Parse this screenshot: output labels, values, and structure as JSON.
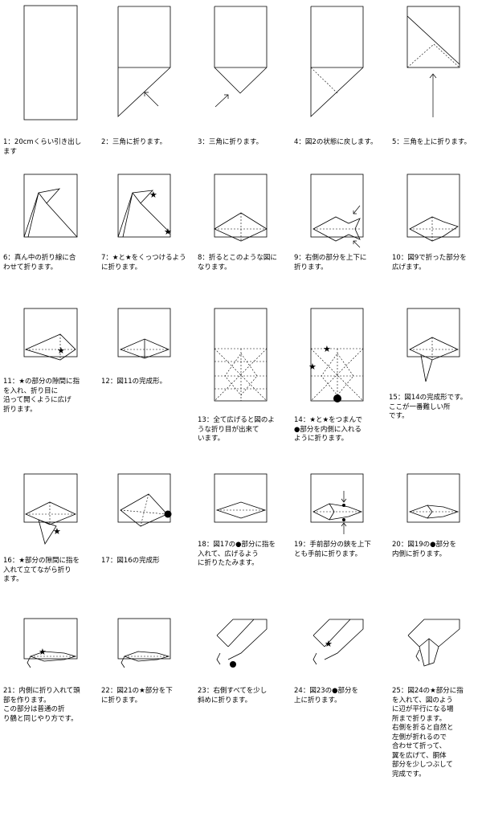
{
  "steps": [
    {
      "num": "1：",
      "text": "20cmくらい引き出し\nます"
    },
    {
      "num": "2：",
      "text": "三角に折ります。"
    },
    {
      "num": "3：",
      "text": "三角に折ります。"
    },
    {
      "num": "4：",
      "text": "図2の状態に戻します。"
    },
    {
      "num": "5：",
      "text": "三角を上に折ります。"
    },
    {
      "num": "6：",
      "text": "真ん中の折り線に合\nわせて折ります。"
    },
    {
      "num": "7：",
      "text": "★と★をくっつけるよう\nに折ります。"
    },
    {
      "num": "8：",
      "text": "折るとこのような図に\nなります。"
    },
    {
      "num": "9：",
      "text": "右側の部分を上下に\n折ります。"
    },
    {
      "num": "10：",
      "text": "図9で折った部分を\n広げます。"
    },
    {
      "num": "11：",
      "text": "★の部分の隙間に指\nを入れ、折り目に\n沿って開くように広げ\n折ります。"
    },
    {
      "num": "12：",
      "text": "図11の完成形。"
    },
    {
      "num": "13：",
      "text": "全て広げると図のよ\nうな折り目が出来て\nいます。"
    },
    {
      "num": "14：",
      "text": "★と★をつまんで\n●部分を内側に入れる\nように折ります。"
    },
    {
      "num": "15：",
      "text": "図14の完成形です。\nここが一番難しい所\nです。"
    },
    {
      "num": "16：",
      "text": "★部分の隙間に指を\n入れて立てながら折り\nます。"
    },
    {
      "num": "17：",
      "text": "図16の完成形"
    },
    {
      "num": "18：",
      "text": "図17の●部分に指を\n入れて、広げるよう\nに折りたたみます。"
    },
    {
      "num": "19：",
      "text": "手前部分の鋏を上下\nとも手前に折ります。"
    },
    {
      "num": "20：",
      "text": "図19の●部分を\n内側に折ります。"
    },
    {
      "num": "21：",
      "text": "内側に折り入れて頭\n部を作ります。\nこの部分は普通の折\nり鶴と同じやり方です。"
    },
    {
      "num": "22：",
      "text": "図21の★部分を下\nに折ります。"
    },
    {
      "num": "23：",
      "text": "右側すべてを少し\n斜めに折ります。"
    },
    {
      "num": "24：",
      "text": "図23の●部分を\n上に折ります。"
    },
    {
      "num": "25：",
      "text": "図24の★部分に指\nを入れて、図のよう\nに辺が平行になる場\n所まで折ります。\n右側を折ると自然と\n左側が折れるので\n合わせて折って、\n翼を広げて、胴体\n部分を少しつぶして\n完成です。"
    }
  ]
}
